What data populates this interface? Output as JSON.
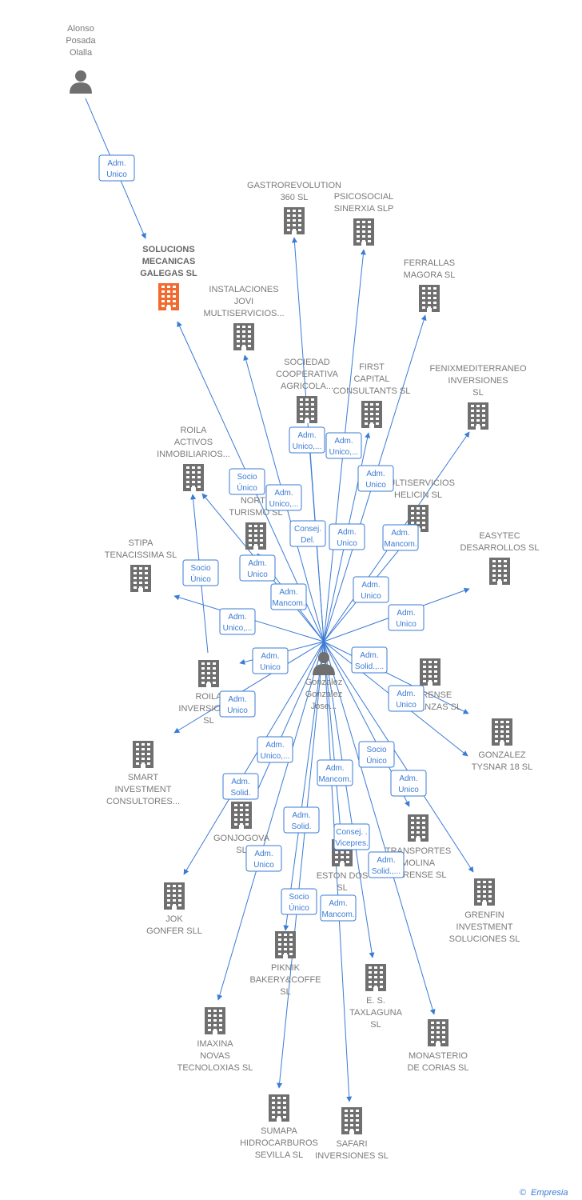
{
  "colors": {
    "edge": "#3a7bd5",
    "building": "#6f6f6f",
    "highlight": "#f26a2e",
    "person": "#6f6f6f"
  },
  "persons": [
    {
      "id": "alonso",
      "name": [
        "Alonso",
        "Posada",
        "Olalla"
      ],
      "icon": "person-icon"
    },
    {
      "id": "gonzalez",
      "name": [
        "Gonzalez",
        "Gonzalez",
        "Jose..."
      ],
      "icon": "person-icon"
    }
  ],
  "companies": [
    {
      "id": "solucions",
      "name": [
        "SOLUCIONS",
        "MECANICAS",
        "GALEGAS  SL"
      ],
      "highlight": true,
      "icon": "building-icon"
    },
    {
      "id": "gastro",
      "name": [
        "GASTROREVOLUTION",
        "360  SL"
      ],
      "icon": "building-icon"
    },
    {
      "id": "psico",
      "name": [
        "PSICOSOCIAL",
        "SINERXIA SLP"
      ],
      "icon": "building-icon"
    },
    {
      "id": "ferrallas",
      "name": [
        "FERRALLAS",
        "MAGORA SL"
      ],
      "icon": "building-icon"
    },
    {
      "id": "instal",
      "name": [
        "INSTALACIONES",
        "JOVI",
        "MULTISERVICIOS..."
      ],
      "icon": "building-icon"
    },
    {
      "id": "sociedad",
      "name": [
        "SOCIEDAD",
        "COOPERATIVA",
        "AGRICOLA..."
      ],
      "icon": "building-icon"
    },
    {
      "id": "first",
      "name": [
        "FIRST",
        "CAPITAL",
        "CONSULTANTS SL"
      ],
      "icon": "building-icon"
    },
    {
      "id": "fenix",
      "name": [
        "FENIXMEDITERRANEO",
        "INVERSIONES",
        "SL"
      ],
      "icon": "building-icon"
    },
    {
      "id": "roila1",
      "name": [
        "ROILA",
        "ACTIVOS",
        "INMOBILIARIOS..."
      ],
      "icon": "building-icon"
    },
    {
      "id": "norte",
      "name": [
        "NORTE",
        "TURISMO  SL"
      ],
      "icon": "building-icon"
    },
    {
      "id": "multi",
      "name": [
        "MULTISERVICIOS",
        "HELICIN  SL"
      ],
      "icon": "building-icon"
    },
    {
      "id": "stipa",
      "name": [
        "STIPA",
        "TENACISSIMA SL"
      ],
      "icon": "building-icon"
    },
    {
      "id": "easytec",
      "name": [
        "EASYTEC",
        "DESARROLLOS SL"
      ],
      "icon": "building-icon"
    },
    {
      "id": "roila2",
      "name": [
        "ROILA",
        "INVERSIONES",
        "SL"
      ],
      "icon": "building-icon"
    },
    {
      "id": "ourense",
      "name": [
        "OURENSE",
        "MUDANZAS  SL"
      ],
      "icon": "building-icon"
    },
    {
      "id": "smart",
      "name": [
        "SMART",
        "INVESTMENT",
        "CONSULTORES..."
      ],
      "icon": "building-icon"
    },
    {
      "id": "tysnar",
      "name": [
        "GONZALEZ",
        "TYSNAR 18  SL"
      ],
      "icon": "building-icon"
    },
    {
      "id": "gonjo",
      "name": [
        "GONJOGOVA",
        "SL"
      ],
      "icon": "building-icon"
    },
    {
      "id": "trans",
      "name": [
        "TRANSPORTES",
        "MOLINA",
        "OURENSE  SL"
      ],
      "icon": "building-icon"
    },
    {
      "id": "eston",
      "name": [
        "ESTON DOS",
        "SL"
      ],
      "icon": "building-icon"
    },
    {
      "id": "grenfin",
      "name": [
        "GRENFIN",
        "INVESTMENT",
        "SOLUCIONES SL"
      ],
      "icon": "building-icon"
    },
    {
      "id": "jok",
      "name": [
        "JOK",
        "GONFER SLL"
      ],
      "icon": "building-icon"
    },
    {
      "id": "piknik",
      "name": [
        "PIKNIK",
        "BAKERY&COFFE",
        "SL"
      ],
      "icon": "building-icon"
    },
    {
      "id": "es",
      "name": [
        "E. S.",
        "TAXLAGUNA",
        "SL"
      ],
      "icon": "building-icon"
    },
    {
      "id": "imaxina",
      "name": [
        "IMAXINA",
        "NOVAS",
        "TECNOLOXIAS SL"
      ],
      "icon": "building-icon"
    },
    {
      "id": "monast",
      "name": [
        "MONASTERIO",
        "DE CORIAS SL"
      ],
      "icon": "building-icon"
    },
    {
      "id": "sumapa",
      "name": [
        "SUMAPA",
        "HIDROCARBUROS",
        "SEVILLA  SL"
      ],
      "icon": "building-icon"
    },
    {
      "id": "safari",
      "name": [
        "SAFARI",
        "INVERSIONES SL"
      ],
      "icon": "building-icon"
    }
  ],
  "relations": [
    {
      "from": "alonso",
      "to": "solucions",
      "role": [
        "Adm.",
        "Unico"
      ]
    },
    {
      "from": "gonzalez",
      "to": "solucions",
      "role": [
        "Socio",
        "Único"
      ]
    },
    {
      "from": "gonzalez",
      "to": "gastro",
      "role": [
        "Adm.",
        "Unico,..."
      ]
    },
    {
      "from": "gonzalez",
      "to": "psico",
      "role": [
        "Adm.",
        "Unico,..."
      ]
    },
    {
      "from": "gonzalez",
      "to": "ferrallas",
      "role": [
        "Adm.",
        "Unico"
      ]
    },
    {
      "from": "gonzalez",
      "to": "instal",
      "role": [
        "Adm.",
        "Unico,..."
      ]
    },
    {
      "from": "gonzalez",
      "to": "sociedad",
      "role": [
        "Consej.",
        "Del."
      ]
    },
    {
      "from": "gonzalez",
      "to": "first",
      "role": [
        "Adm.",
        "Unico"
      ]
    },
    {
      "from": "gonzalez",
      "to": "fenix",
      "role": [
        "Adm.",
        "Mancom."
      ]
    },
    {
      "from": "gonzalez",
      "to": "roila1",
      "role": [
        "Adm.",
        "Unico"
      ]
    },
    {
      "from": "gonzalez",
      "to": "norte",
      "role": [
        "Adm.",
        "Mancom."
      ]
    },
    {
      "from": "gonzalez",
      "to": "multi",
      "role": [
        "Adm.",
        "Unico"
      ]
    },
    {
      "from": "gonzalez",
      "to": "stipa",
      "role": [
        "Adm.",
        "Unico,..."
      ]
    },
    {
      "from": "gonzalez",
      "to": "easytec",
      "role": [
        "Adm.",
        "Unico"
      ]
    },
    {
      "from": "roila2",
      "to": "roila1",
      "role": [
        "Socio",
        "Único"
      ]
    },
    {
      "from": "gonzalez",
      "to": "roila2",
      "role": [
        "Adm.",
        "Unico"
      ]
    },
    {
      "from": "gonzalez",
      "to": "ourense",
      "role": [
        "Adm.",
        "Solid.,..."
      ]
    },
    {
      "from": "gonzalez",
      "to": "smart",
      "role": [
        "Adm.",
        "Unico"
      ]
    },
    {
      "from": "gonzalez",
      "to": "tysnar",
      "role": [
        "Adm.",
        "Unico"
      ]
    },
    {
      "from": "gonzalez",
      "to": "gonjo",
      "role": [
        "Adm.",
        "Unico,..."
      ]
    },
    {
      "from": "gonzalez",
      "to": "trans",
      "role": [
        "Socio",
        "Único"
      ]
    },
    {
      "from": "gonzalez",
      "to": "eston",
      "role": [
        "Adm.",
        "Mancom."
      ]
    },
    {
      "from": "gonzalez",
      "to": "grenfin",
      "role": [
        "Adm.",
        "Unico"
      ]
    },
    {
      "from": "gonzalez",
      "to": "jok",
      "role": [
        "Adm.",
        "Solid."
      ]
    },
    {
      "from": "gonzalez",
      "to": "piknik",
      "role": [
        "Adm.",
        "Solid."
      ]
    },
    {
      "from": "gonzalez",
      "to": "es",
      "role": [
        "Consej. .",
        "Vicepres."
      ]
    },
    {
      "from": "gonzalez",
      "to": "imaxina",
      "role": [
        "Adm.",
        "Unico"
      ]
    },
    {
      "from": "gonzalez",
      "to": "monast",
      "role": [
        "Adm.",
        "Solid.,..."
      ]
    },
    {
      "from": "gonzalez",
      "to": "sumapa",
      "role": [
        "Socio",
        "Único"
      ]
    },
    {
      "from": "gonzalez",
      "to": "safari",
      "role": [
        "Adm.",
        "Mancom."
      ]
    }
  ],
  "watermark": {
    "symbol": "©",
    "brand": "Empresia"
  }
}
